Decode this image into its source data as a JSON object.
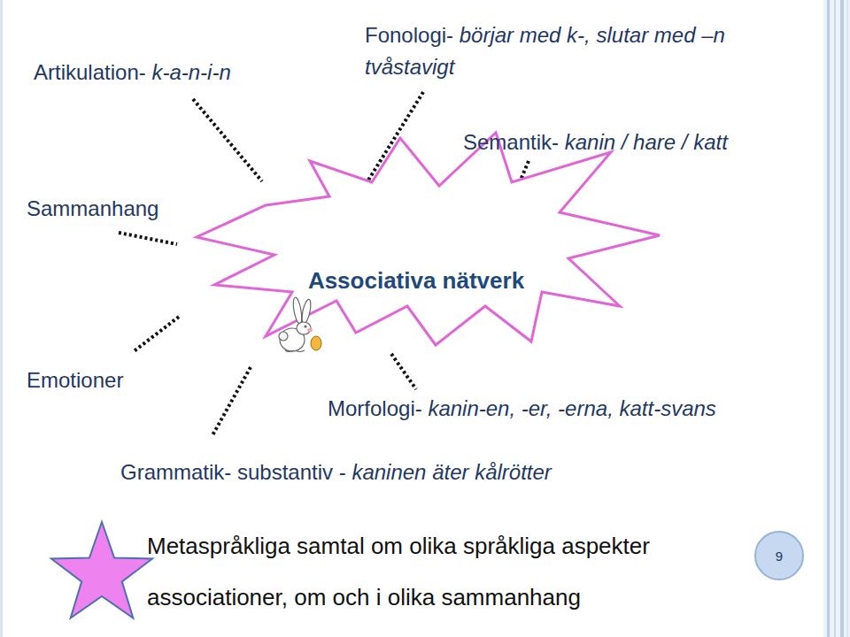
{
  "diagram": {
    "nodes": [
      {
        "text": [
          "Associativa nätverk"
        ]
      },
      {
        "text": [
          "9"
        ]
      }
    ],
    "labels": [
      "Artikulation-",
      "k-a-n-i-n",
      "Fonologi-",
      "börjar med k-, slutar med –n tvåstavigt",
      "Semantik-",
      "kanin / hare / katt",
      "Sammanhang",
      "Emotioner",
      "Morfologi-",
      "kanin-en, -er, -erna, katt-svans",
      "Grammatik- substantiv -",
      "kaninen äter kålrötter",
      "Metaspråkliga samtal om olika språkliga aspekter",
      "associationer, om och i olika sammanhang"
    ]
  }
}
